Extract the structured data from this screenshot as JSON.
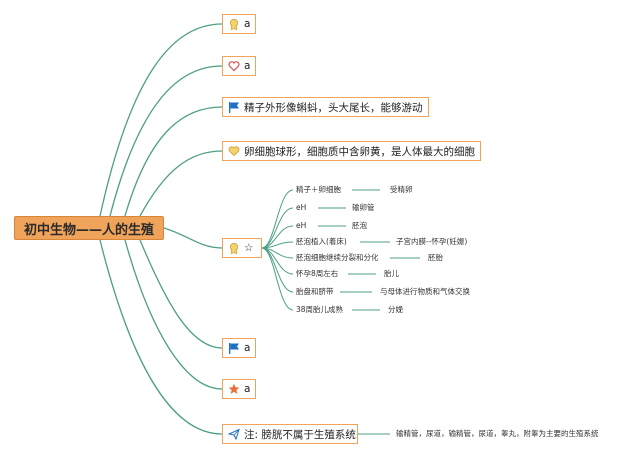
{
  "root": {
    "title": "初中生物——人的生殖"
  },
  "branches": [
    {
      "icon": "medal-icon",
      "text": "a"
    },
    {
      "icon": "heart-icon",
      "text": "a"
    },
    {
      "icon": "blue-flag-icon",
      "text": "精子外形像蝌蚪，头大尾长，能够游动"
    },
    {
      "icon": "yellow-heart-icon",
      "text": "卵细胞球形，细胞质中含卵黄，是人体最大的细胞"
    },
    {
      "icon": "medal-icon",
      "text": "☆"
    },
    {
      "icon": "blue-flag-icon",
      "text": "a"
    },
    {
      "icon": "orange-star-icon",
      "text": "a"
    },
    {
      "icon": "paper-plane-icon",
      "text": "注: 膀胱不属于生殖系统"
    }
  ],
  "sub_items": [
    {
      "left": "精子＋卵细胞",
      "right": "受精卵"
    },
    {
      "left": "eH",
      "right": "输卵管"
    },
    {
      "left": "eH",
      "right": "胚泡"
    },
    {
      "left": "胚泡植入(着床)",
      "right": "子宫内膜--怀孕(妊娠)"
    },
    {
      "left": "胚泡细胞继续分裂和分化",
      "right": "胚胎"
    },
    {
      "left": "怀孕8周左右",
      "right": "胎儿"
    },
    {
      "left": "胎盘和脐带",
      "right": "与母体进行物质和气体交换"
    },
    {
      "left": "38周胎儿成熟",
      "right": "分娩"
    }
  ],
  "note_detail": "输精管，尿道，输精管，尿道，睾丸，附睾为主要的生殖系统",
  "colors": {
    "link": "#4e9e86",
    "node_border": "#f0a35a",
    "root_fill": "#f0a35a"
  }
}
